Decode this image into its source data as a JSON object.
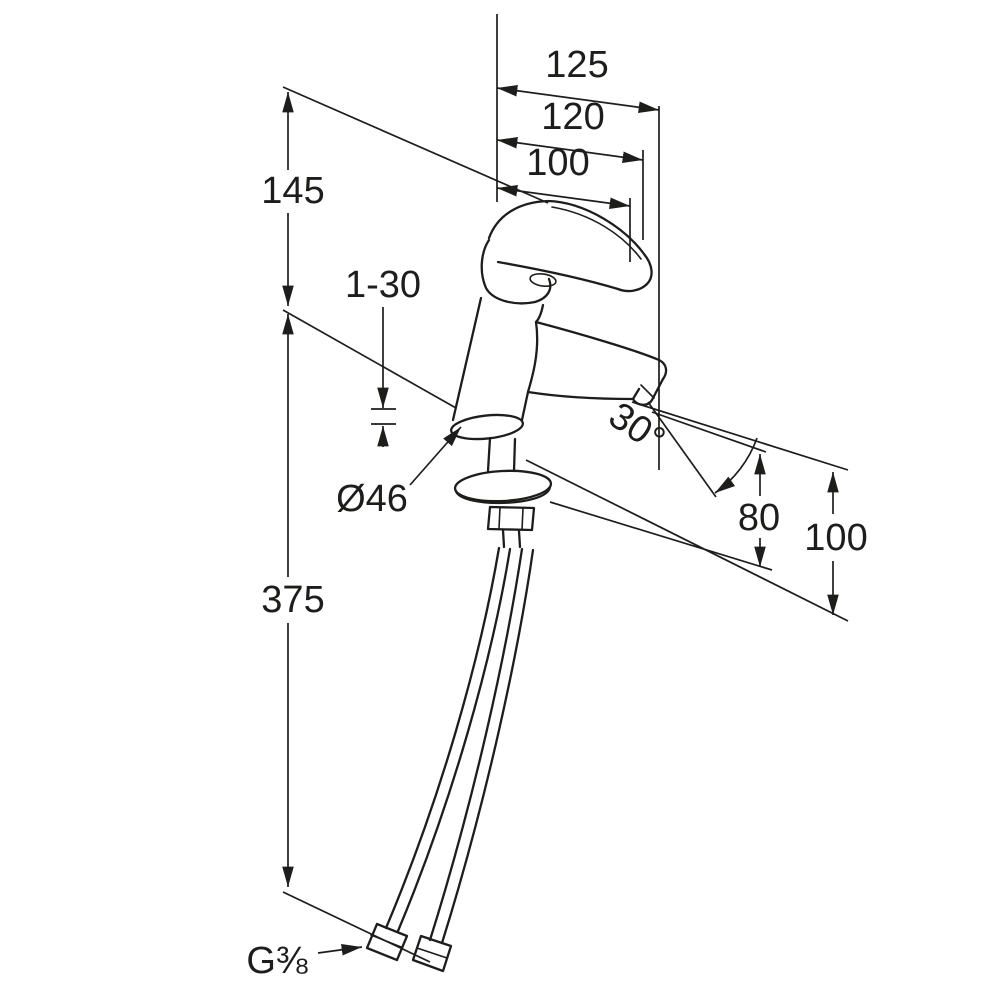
{
  "colors": {
    "line": "#1d1d1b",
    "background": "#ffffff"
  },
  "dimensions": {
    "width_top": "125",
    "width_mid": "120",
    "width_handle": "100",
    "height_above_counter": "145",
    "clamp_range": "1-30",
    "body_diameter": "Ø46",
    "hose_length": "375",
    "spout_angle": "30°",
    "spout_height": "80",
    "outlet_height": "100",
    "thread": "G⅜"
  }
}
